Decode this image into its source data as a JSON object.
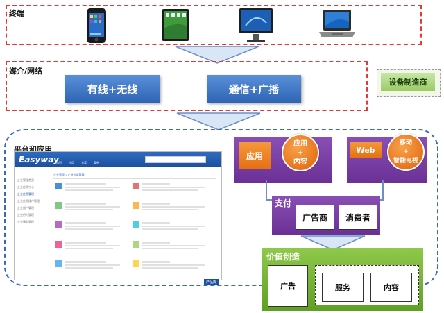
{
  "sections": {
    "terminal": "终端",
    "media": "媒介/网络",
    "platform": "平台和应用"
  },
  "media_boxes": [
    "有线+无线",
    "通信+广播"
  ],
  "equipment": "设备制造商",
  "screenshot": {
    "logo": "Easyway",
    "nav": [
      "首页",
      "应用",
      "方案",
      "案例"
    ],
    "crumb": "企业管理  >企业应用管理",
    "sidebar": [
      "企业管理首页",
      "企业应用中心",
      "企业应用管理",
      "企业应用操作管理",
      "企业用户管理",
      "企业行为管理",
      "企业服务管理"
    ],
    "badge": "产品库"
  },
  "app_tiles": {
    "app": "应用",
    "app_content": "应用\n+\n内容",
    "web": "Web",
    "mobile_tv": "移动\n+\n智能电视"
  },
  "payment": {
    "label": "支付",
    "items": [
      "广告商",
      "消费者"
    ]
  },
  "value": {
    "label": "价值创造",
    "ad": "广告",
    "service": "服务",
    "content": "内容"
  },
  "colors": {
    "dashed_red": "#e53935",
    "blue": "#2f64b5",
    "orange": "#e56f10",
    "purple": "#6a3095",
    "green": "#5fa024"
  }
}
